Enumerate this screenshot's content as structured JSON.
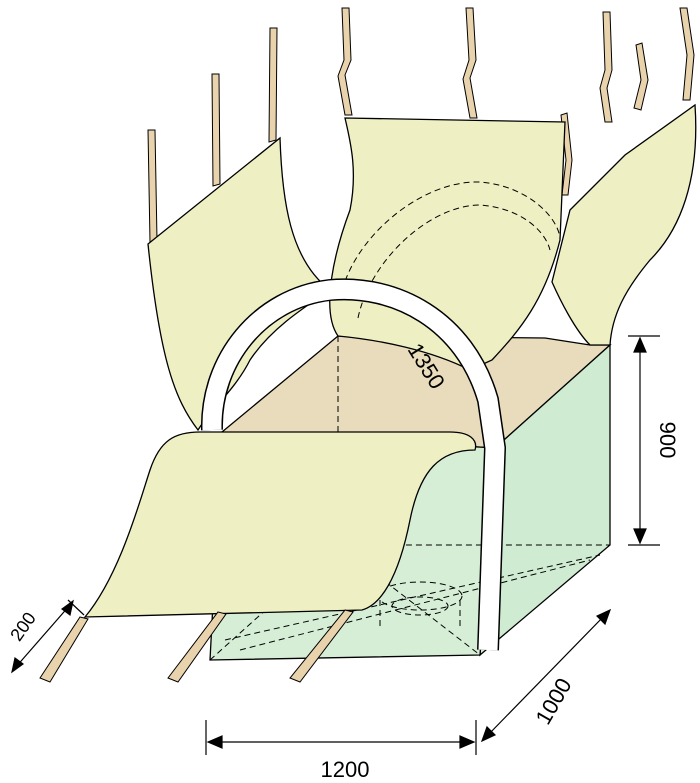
{
  "dimensions": {
    "length": "1200",
    "depth": "1000",
    "height": "900",
    "band_arch": "1350",
    "flap": "200"
  },
  "colors": {
    "flap": "#efefc4",
    "box_side": "#cfebd1",
    "box_back": "#d6eed6",
    "box_floor_far": "#e8dcbd",
    "band": "#ffffff",
    "strap": "#e9d3ad",
    "line": "#000000"
  }
}
